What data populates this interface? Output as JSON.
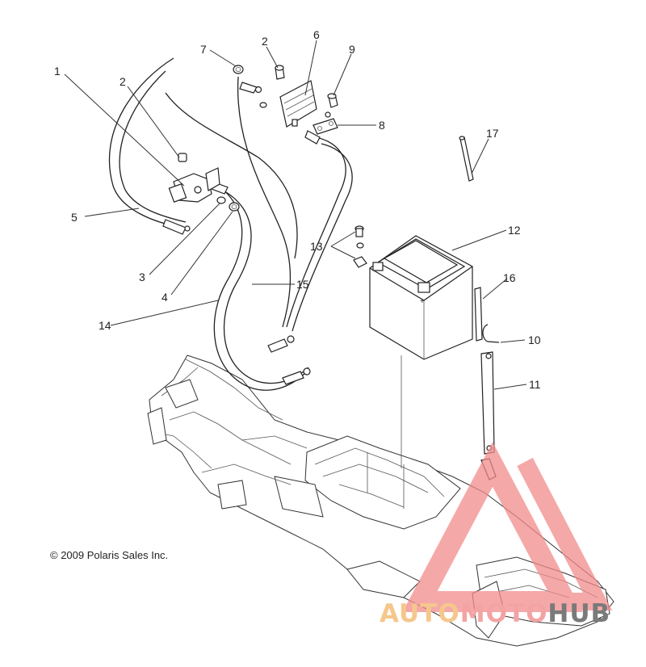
{
  "diagram": {
    "callouts": [
      {
        "id": "c1",
        "label": "1"
      },
      {
        "id": "c2a",
        "label": "2"
      },
      {
        "id": "c2b",
        "label": "2"
      },
      {
        "id": "c3",
        "label": "3"
      },
      {
        "id": "c4",
        "label": "4"
      },
      {
        "id": "c5",
        "label": "5"
      },
      {
        "id": "c6",
        "label": "6"
      },
      {
        "id": "c7",
        "label": "7"
      },
      {
        "id": "c8",
        "label": "8"
      },
      {
        "id": "c9",
        "label": "9"
      },
      {
        "id": "c10",
        "label": "10"
      },
      {
        "id": "c11",
        "label": "11"
      },
      {
        "id": "c12",
        "label": "12"
      },
      {
        "id": "c13",
        "label": "13"
      },
      {
        "id": "c14",
        "label": "14"
      },
      {
        "id": "c15",
        "label": "15"
      },
      {
        "id": "c16",
        "label": "16"
      },
      {
        "id": "c17",
        "label": "17"
      }
    ],
    "copyright": "© 2009 Polaris Sales Inc.",
    "battery_mark": "+"
  },
  "watermark": {
    "part1": "AUTO",
    "part2": "MOTO",
    "part3": "HUB",
    "colors": {
      "auto": "#f5c78c",
      "moto": "#f4a3a3",
      "hub": "#7a7a7a",
      "triangle": "#f28b8b"
    }
  }
}
